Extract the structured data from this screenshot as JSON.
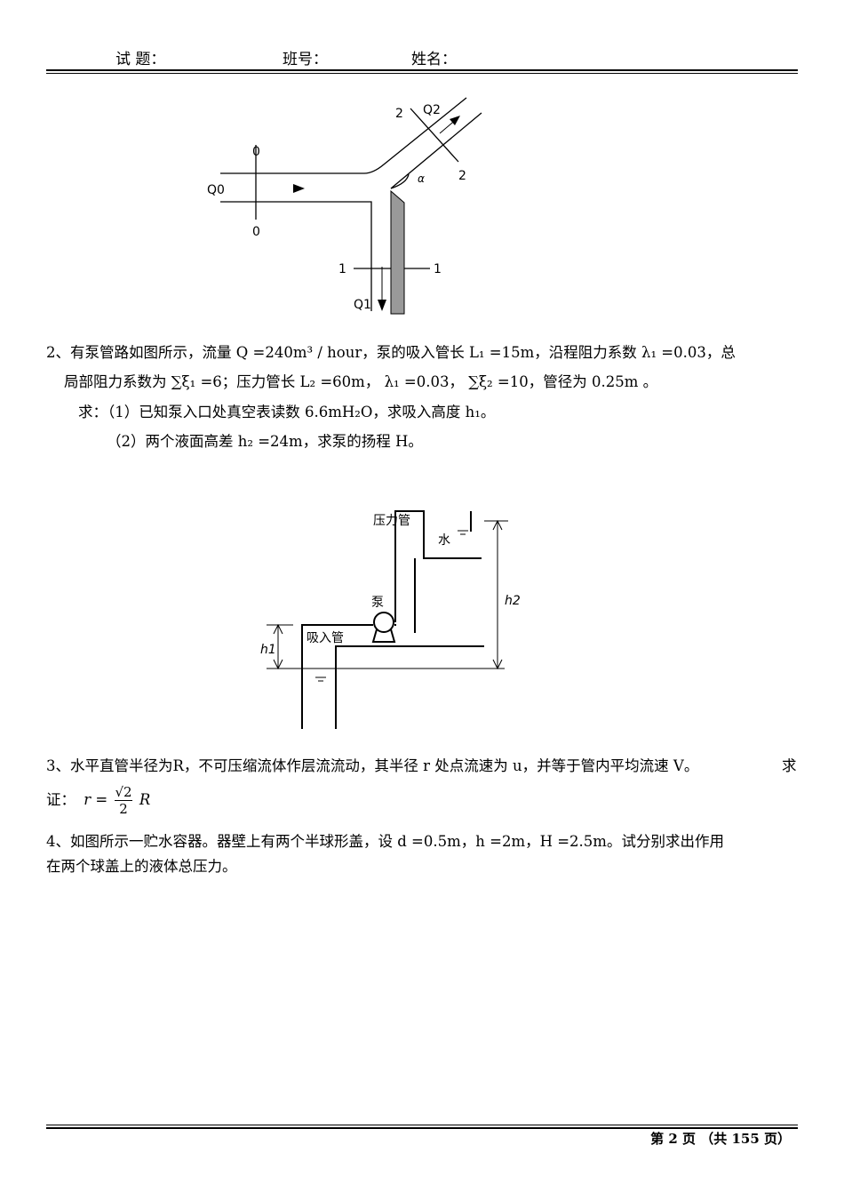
{
  "header": {
    "subject": "试 题：",
    "class_no": "班号：",
    "name": "姓名："
  },
  "figure1": {
    "q0": "Q0",
    "q1": "Q1",
    "q2": "Q2",
    "sec0a": "0",
    "sec0b": "0",
    "sec1a": "1",
    "sec1b": "1",
    "sec2a": "2",
    "sec2b": "2",
    "alpha": "α"
  },
  "problem2": {
    "line1": "2、有泵管路如图所示，流量 Q =240m³ / hour，泵的吸入管长 L₁ =15m，沿程阻力系数 λ₁ =0.03，总",
    "line2": "局部阻力系数为 ∑ξ₁ =6；压力管长 L₂ =60m， λ₁ =0.03， ∑ξ₂ =10，管径为 0.25m 。",
    "line3": "求：（1）已知泵入口处真空表读数 6.6mH₂O，求吸入高度 h₁。",
    "line4": "（2）两个液面高差 h₂ =24m，求泵的扬程 H。"
  },
  "figure2": {
    "pressure_pipe": "压力管",
    "water": "水",
    "pump": "泵",
    "suction_pipe": "吸入管",
    "h1": "h1",
    "h2": "h2"
  },
  "problem3": {
    "line1": "3、水平直管半径为R，不可压缩流体作层流流动，其半径 r 处点流速为 u，并等于管内平均流速 V。",
    "line1_tail": "求",
    "line2_prefix": "证：",
    "formula_lhs": "r =",
    "formula_num": "√2",
    "formula_den": "2",
    "formula_rhs": "R"
  },
  "problem4": {
    "line1": "4、如图所示一贮水容器。器壁上有两个半球形盖，设 d =0.5m，h =2m，H =2.5m。试分别求出作用",
    "line2": "在两个球盖上的液体总压力。"
  },
  "footer": {
    "page": "第 2 页 （共 155 页）"
  }
}
